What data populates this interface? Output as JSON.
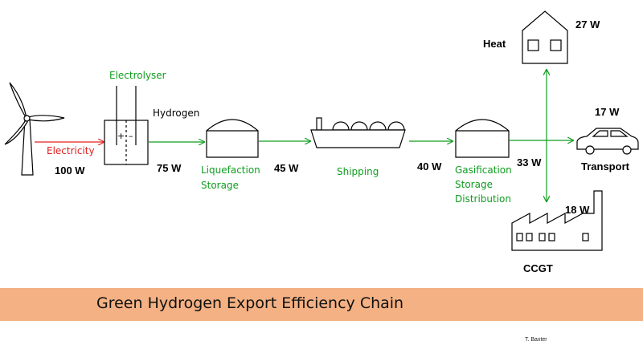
{
  "colors": {
    "green": "#0f9d1f",
    "red": "#e0201e",
    "black": "#000000",
    "banner": "#f4b183"
  },
  "icons": [
    "wind-turbine-icon",
    "electrolyser-icon",
    "storage-tank-icon",
    "ship-icon",
    "house-icon",
    "car-icon",
    "factory-icon"
  ],
  "labels": {
    "electrolyser": "Electrolyser",
    "hydrogen": "Hydrogen",
    "electricity": "Electricity",
    "liquefaction": "Liquefaction",
    "liquefaction_storage": "Storage",
    "shipping": "Shipping",
    "gasification": "Gasification",
    "gasification_storage": "Storage",
    "distribution": "Distribution",
    "heat": "Heat",
    "transport": "Transport",
    "ccgt": "CCGT",
    "plus": "+",
    "minus": "–"
  },
  "power": {
    "input": "100 W",
    "after_electrolysis": "75 W",
    "after_liquefaction": "45 W",
    "after_shipping": "40 W",
    "after_gasification": "33 W",
    "heat": "27 W",
    "transport": "17 W",
    "ccgt": "18 W"
  },
  "banner": {
    "title": "Green Hydrogen Export Efficiency Chain"
  },
  "author": "T. Baxter"
}
